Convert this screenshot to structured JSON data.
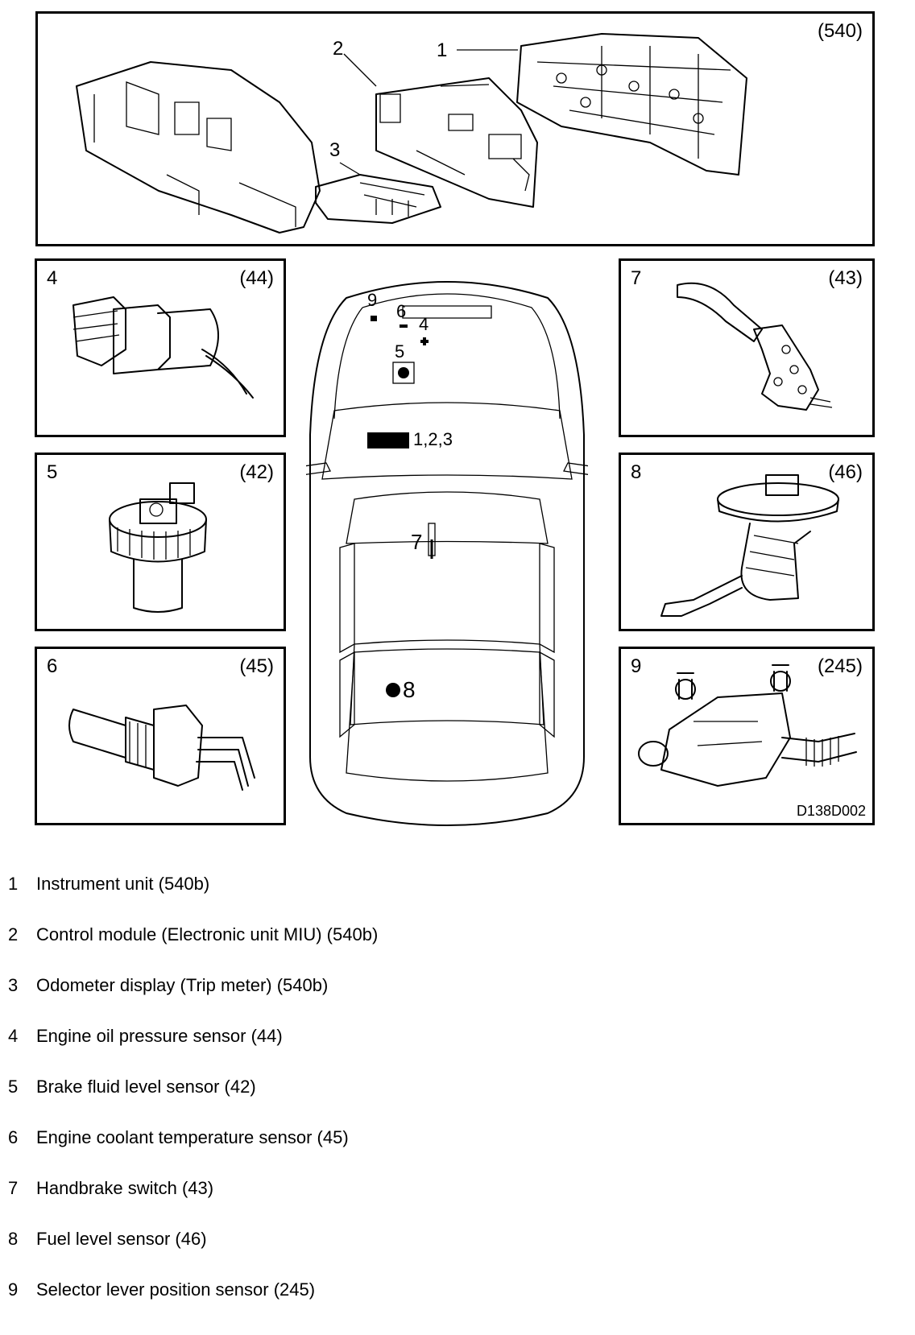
{
  "top_panel": {
    "code": "(540)",
    "callouts": [
      "1",
      "2",
      "3"
    ]
  },
  "panels": [
    {
      "id": "4",
      "code": "(44)",
      "icon": "oil-pressure-sensor-icon"
    },
    {
      "id": "5",
      "code": "(42)",
      "icon": "brake-fluid-level-sensor-icon"
    },
    {
      "id": "6",
      "code": "(45)",
      "icon": "coolant-temperature-sensor-icon"
    },
    {
      "id": "7",
      "code": "(43)",
      "icon": "handbrake-switch-icon"
    },
    {
      "id": "8",
      "code": "(46)",
      "icon": "fuel-level-sensor-icon"
    },
    {
      "id": "9",
      "code": "(245)",
      "icon": "selector-lever-sensor-icon"
    }
  ],
  "figure_id": "D138D002",
  "car_markers": {
    "m9": "9",
    "m6": "6",
    "m4": "4",
    "m5": "5",
    "m123": "1,2,3",
    "m7": "7",
    "m8": "8"
  },
  "legend": [
    {
      "num": "1",
      "text": "Instrument unit (540b)"
    },
    {
      "num": "2",
      "text": "Control module (Electronic unit MIU) (540b)"
    },
    {
      "num": "3",
      "text": "Odometer display (Trip meter) (540b)"
    },
    {
      "num": "4",
      "text": "Engine oil pressure sensor (44)"
    },
    {
      "num": "5",
      "text": "Brake fluid level sensor (42)"
    },
    {
      "num": "6",
      "text": "Engine coolant temperature sensor (45)"
    },
    {
      "num": "7",
      "text": "Handbrake switch (43)"
    },
    {
      "num": "8",
      "text": "Fuel level sensor (46)"
    },
    {
      "num": "9",
      "text": "Selector lever position sensor (245)"
    }
  ]
}
